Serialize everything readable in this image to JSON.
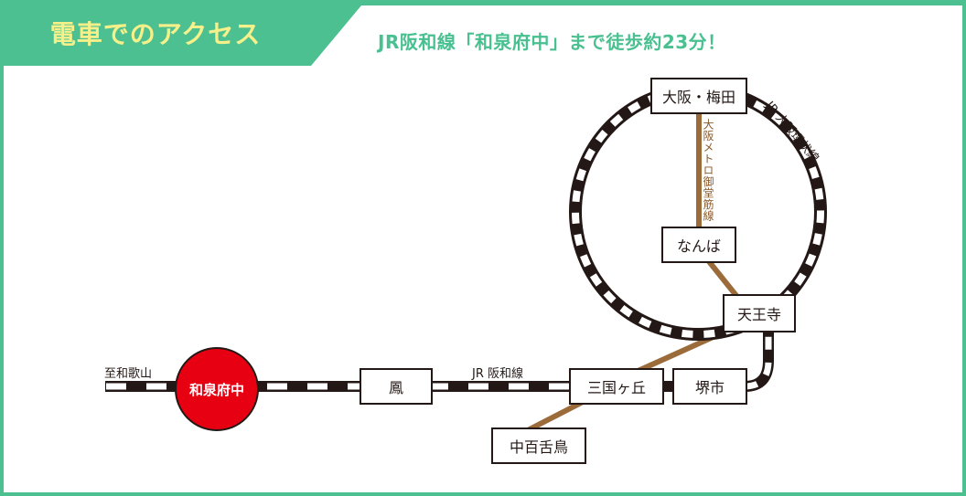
{
  "header": {
    "title": "電車でのアクセス",
    "tagline": "JR阪和線「和泉府中」まで徒歩約23分！"
  },
  "colors": {
    "accent_green": "#4cc090",
    "title_yellow": "#f5f08a",
    "highlight_red": "#e60012",
    "metro_brown": "#9c6b3a",
    "track_black": "#231815"
  },
  "stations": {
    "osaka_umeda": "大阪・梅田",
    "namba": "なんば",
    "tennoji": "天王寺",
    "sakai": "堺市",
    "mikunigaoka": "三国ヶ丘",
    "nakamozu": "中百舌鳥",
    "otori": "鳳",
    "izumi_fuchu": "和泉府中"
  },
  "lines": {
    "hanwa_line": "JR 阪和線",
    "loop_line": "JR 大阪環状線",
    "midosuji_line": "大阪メトロ御堂筋線",
    "to_wakayama": "至和歌山"
  }
}
